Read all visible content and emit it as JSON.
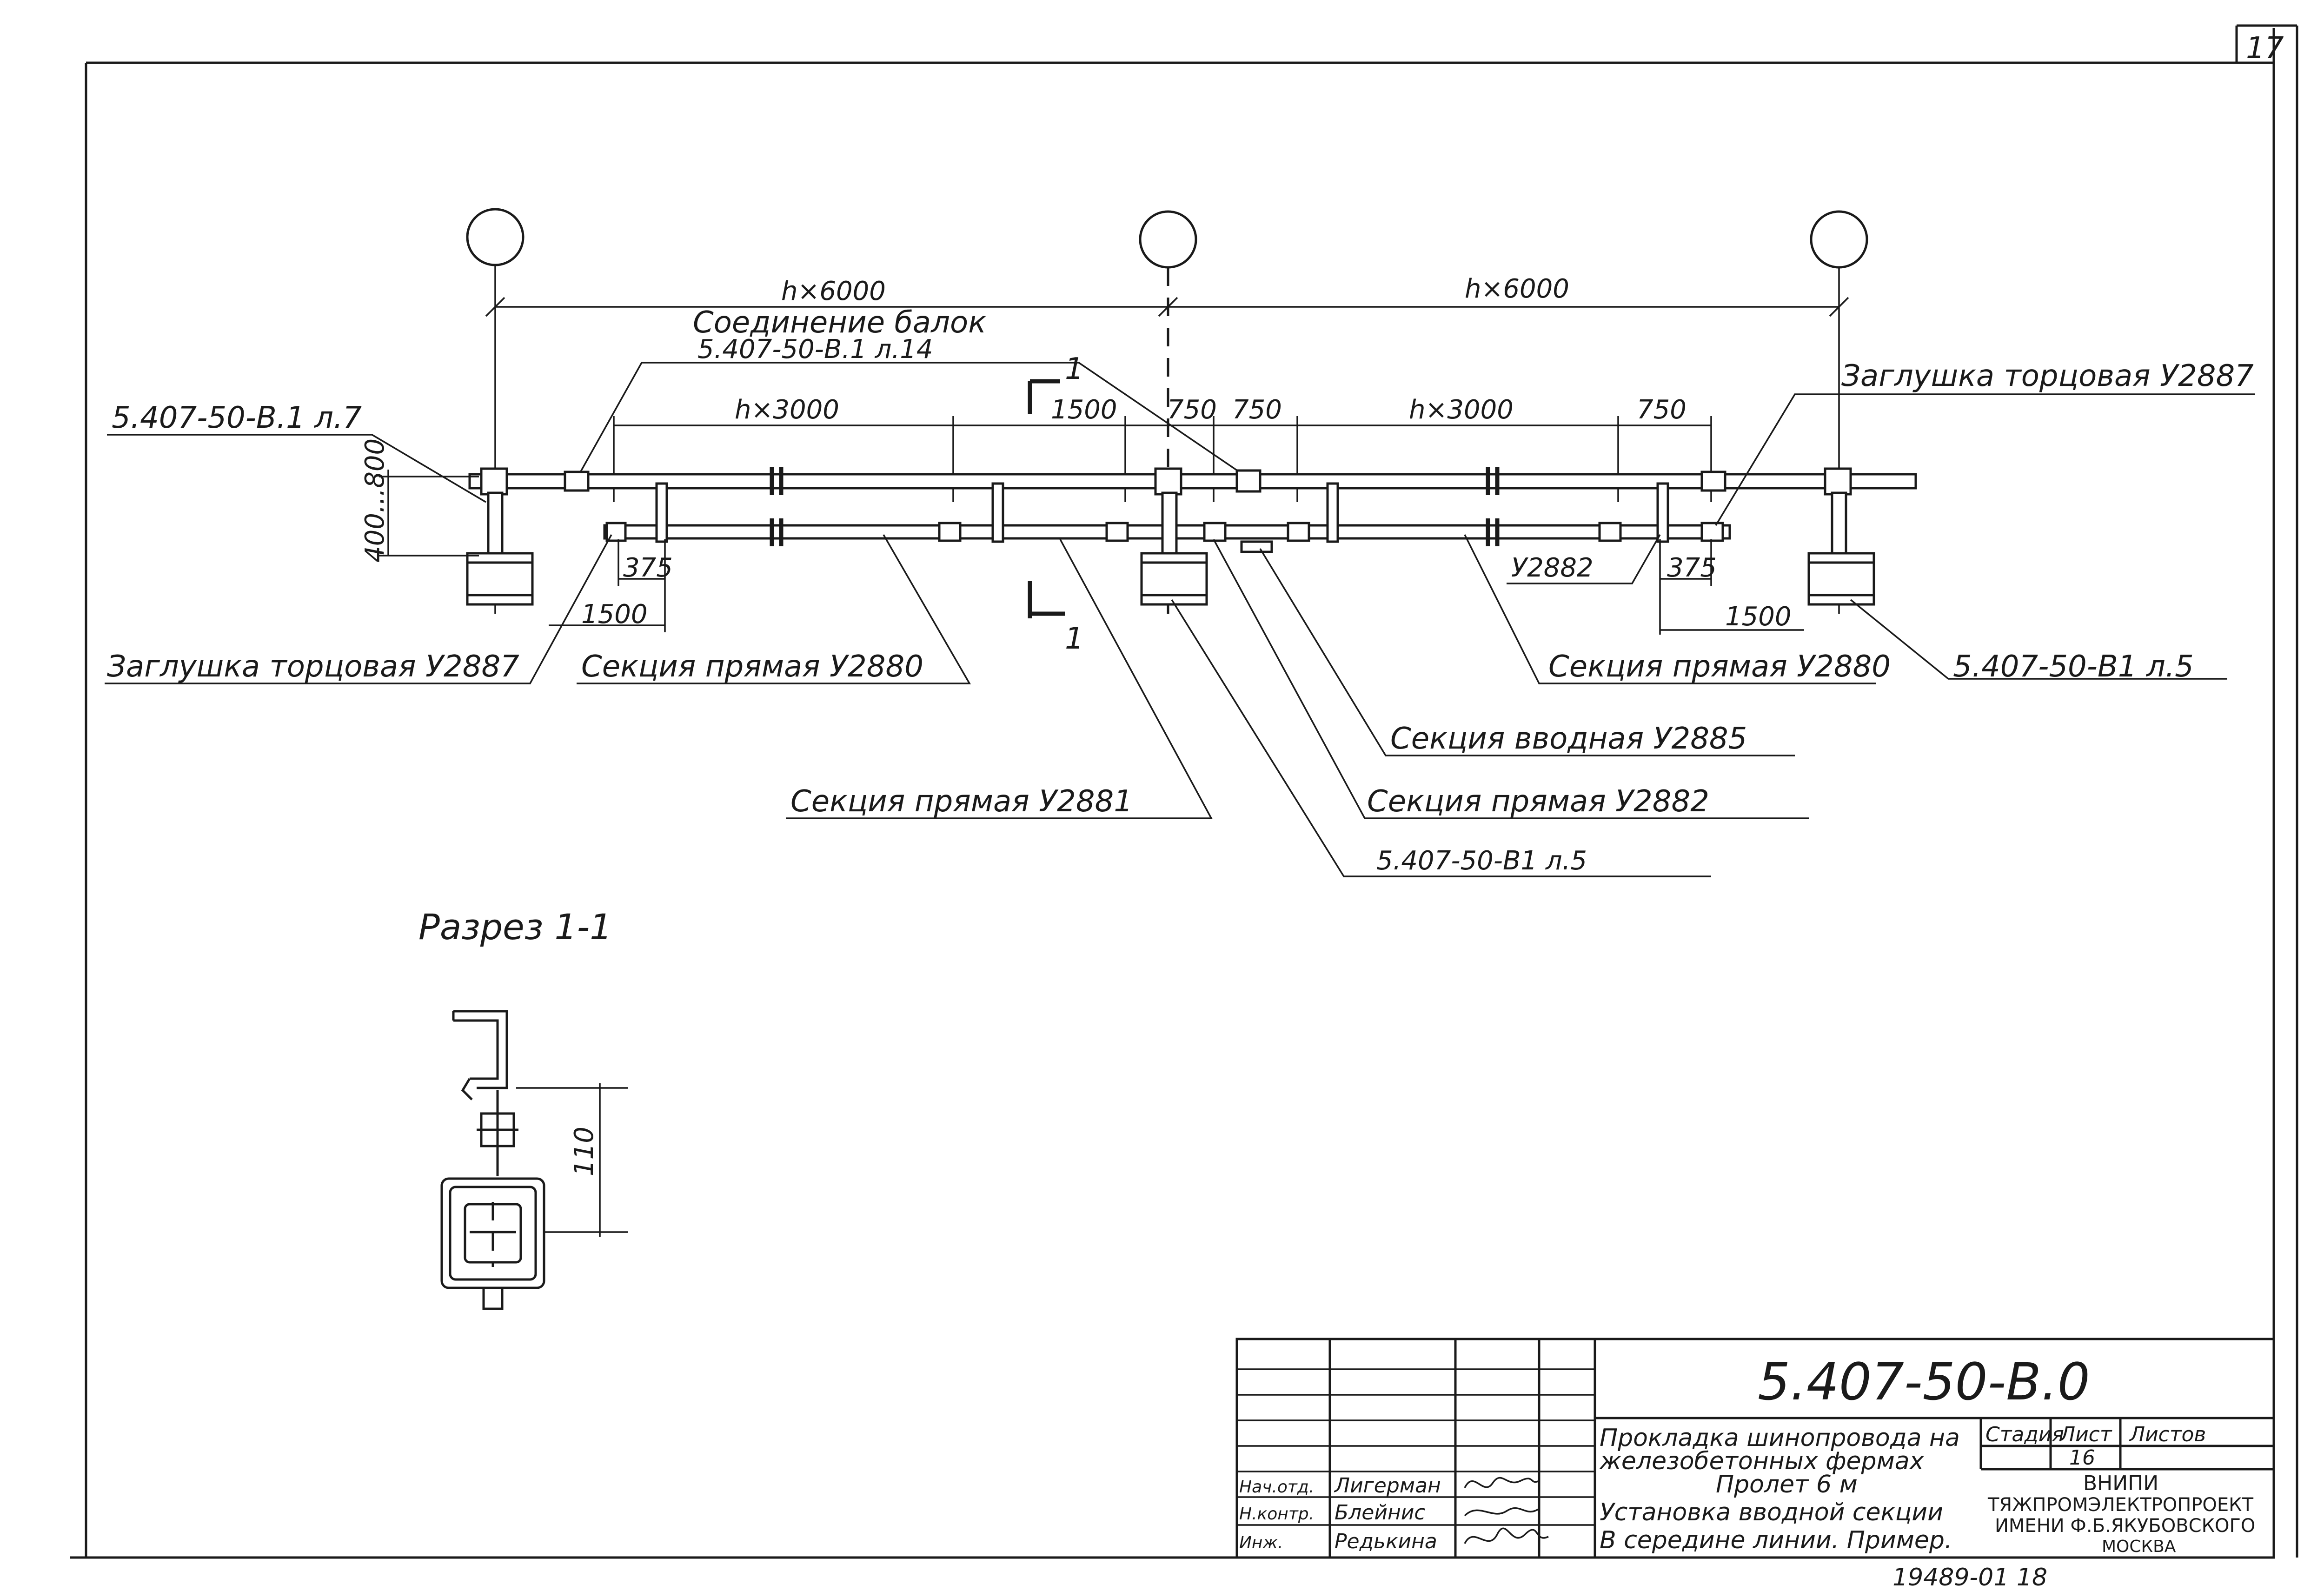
{
  "sheet": {
    "number": "17"
  },
  "dimensions": {
    "span_left": "h×6000",
    "span_right": "h×6000",
    "sub_left": "h×3000",
    "sub_right": "h×3000",
    "d1500_top": "1500",
    "d750_a": "750",
    "d750_b": "750",
    "d750_right": "750",
    "d375_left": "375",
    "d375_right": "375",
    "d1500_left": "1500",
    "d1500_right": "1500",
    "height_range": "400...800",
    "section_height": "110"
  },
  "labels": {
    "beam_joint": "Соединение балок",
    "beam_joint_ref": "5.407-50-В.1 л.14",
    "ref_top_left": "5.407-50-В.1 л.7",
    "end_cap_right": "Заглушка торцовая У2887",
    "end_cap_left": "Заглушка торцовая У2887",
    "straight_left": "Секция прямая У2880",
    "straight_right": "Секция прямая У2880",
    "ref_right": "5.407-50-В1 л.5",
    "u2882_small": "У2882",
    "input_section": "Секция вводная У2885",
    "straight_u2882": "Секция прямая У2882",
    "straight_u2881": "Секция прямая У2881",
    "ref_bottom": "5.407-50-В1 л.5",
    "cut_mark": "1",
    "section_title": "Разрез 1-1"
  },
  "title_block": {
    "code": "5.407-50-В.0",
    "description": [
      "Прокладка шинопровода на",
      "железобетонных фермах",
      "Пролет 6 м",
      "Установка вводной секции",
      "В середине линии. Пример."
    ],
    "stage_header": "Стадия",
    "sheet_header": "Лист",
    "sheets_header": "Листов",
    "sheet_value": "16",
    "org": [
      "ВНИПИ",
      "ТЯЖПРОМЭЛЕКТРОПРОЕКТ",
      "ИМЕНИ Ф.Б.ЯКУБОВСКОГО",
      "МОСКВА"
    ],
    "roles": [
      {
        "role": "Нач.отд.",
        "name": "Лигерман"
      },
      {
        "role": "Н.контр.",
        "name": "Блейнис"
      },
      {
        "role": "Инж.",
        "name": "Редькина"
      }
    ],
    "archive_number": "19489-01 18"
  }
}
